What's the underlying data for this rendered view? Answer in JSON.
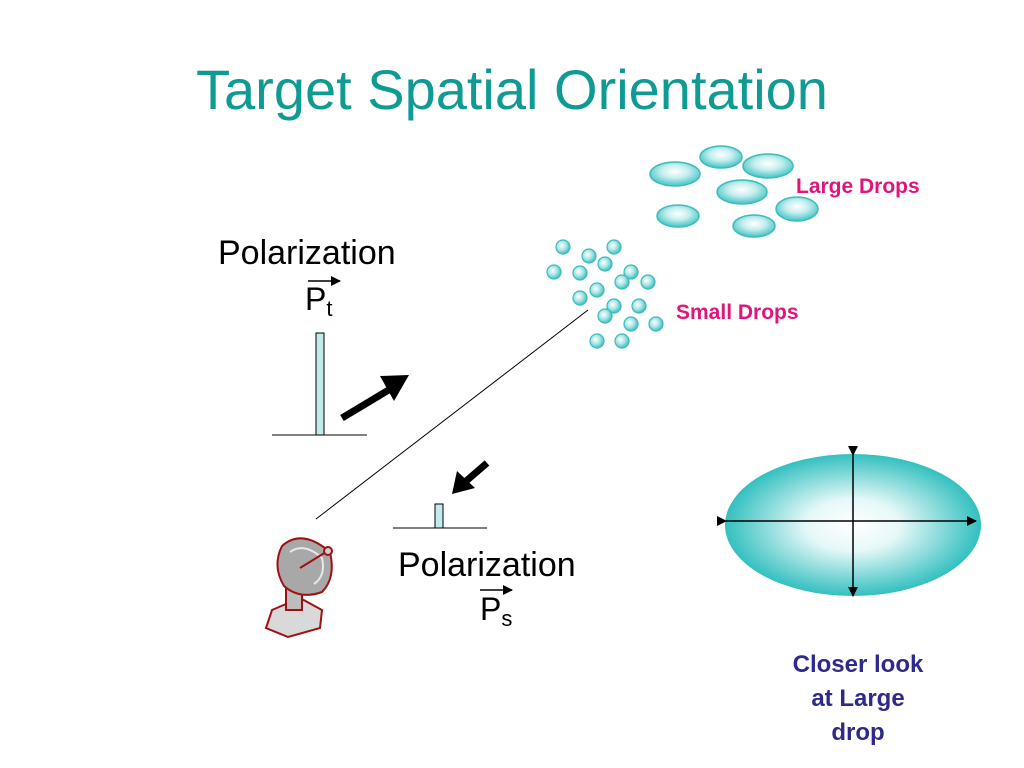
{
  "slide": {
    "title": "Target Spatial Orientation",
    "transmit": {
      "label": "Polarization",
      "symbol": "P",
      "subscript": "t"
    },
    "scatter": {
      "label": "Polarization",
      "symbol": "P",
      "subscript": "s"
    },
    "large_drops_label": "Large Drops",
    "small_drops_label": "Small Drops",
    "closer_look": [
      "Closer look",
      "at Large",
      "drop"
    ]
  },
  "colors": {
    "title": "#0f9a93",
    "drop_label": "#e0147a",
    "closer_label": "#2e2a8c",
    "drop_fill": "#4cc9c9",
    "antenna_outline": "#a01010"
  },
  "icons": [
    "radar-dish-icon",
    "transmit-arrow-icon",
    "receive-arrow-icon"
  ]
}
